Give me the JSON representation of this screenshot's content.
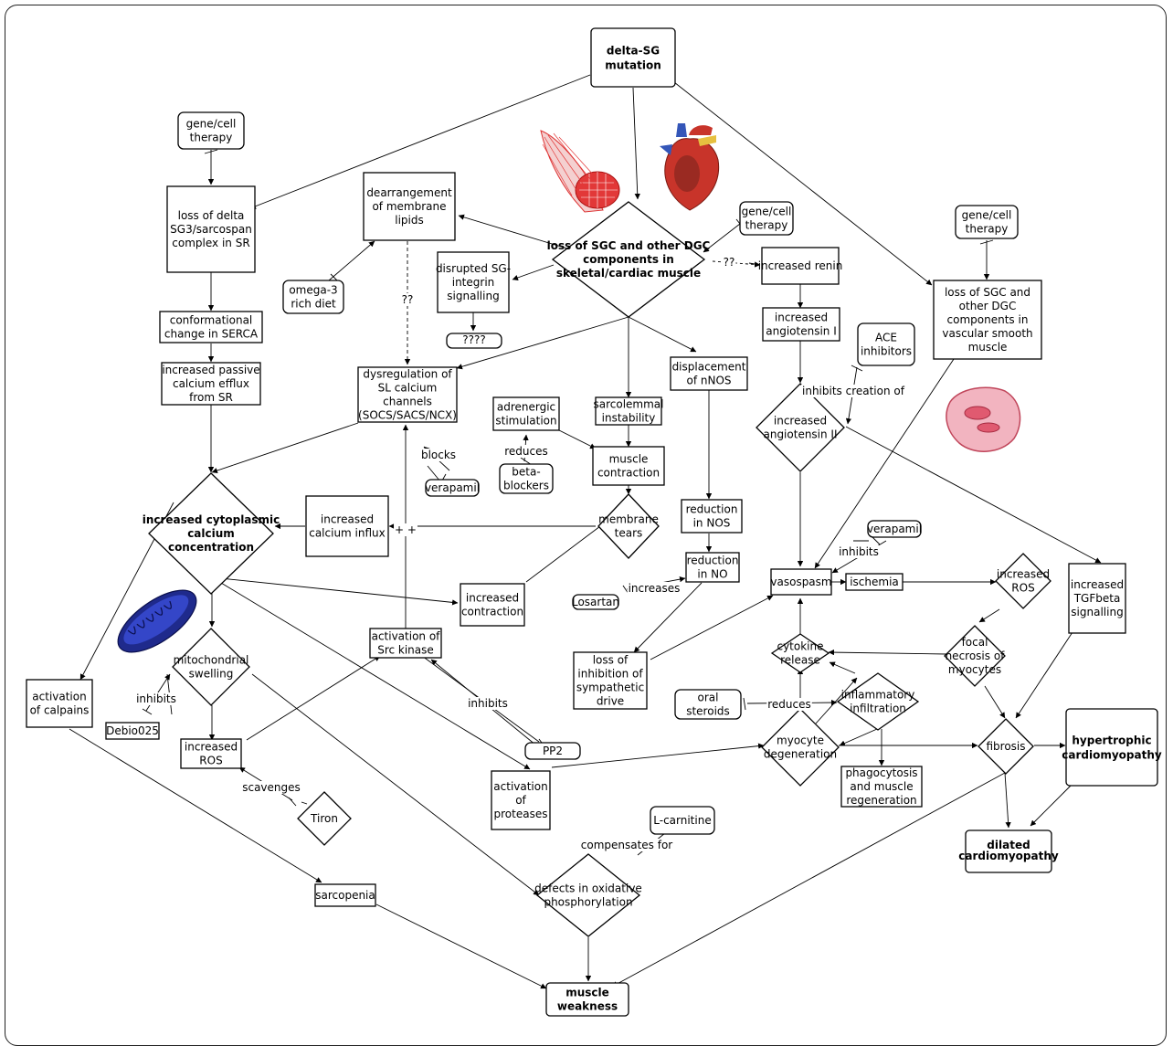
{
  "colors": {
    "red_text": "#e8141e",
    "green_text": "#2e9a2e",
    "teal_text": "#1a9a86",
    "dark_green_text": "#2d7a1f",
    "blue_text": "#1a1ad6",
    "light_blue_text": "#7a7ad0",
    "yellow_fill": "#ffff2a",
    "brown_fill": "#c83200"
  },
  "nodes": {
    "delta_sg": [
      "delta-SG",
      "mutation"
    ],
    "gene_therapy_1": [
      "gene/cell",
      "therapy"
    ],
    "gene_therapy_2": [
      "gene/cell",
      "therapy"
    ],
    "gene_therapy_3": [
      "gene/cell",
      "therapy"
    ],
    "loss_delta_sg3": [
      "loss of delta",
      "SG3/sarcospan",
      "complex in SR"
    ],
    "dearrangement": [
      "dearrangement",
      "of membrane",
      "lipids"
    ],
    "loss_sgc_muscle": [
      "loss of SGC and other DGC",
      "components in",
      "skeletal/cardiac muscle"
    ],
    "loss_sgc_vascular": [
      "loss of SGC and",
      "other DGC",
      "components in",
      "vascular smooth",
      "muscle"
    ],
    "omega3": [
      "omega-3",
      "rich diet"
    ],
    "disrupted_sg": [
      "disrupted SG-",
      "integrin",
      "signalling"
    ],
    "question_box": [
      "????"
    ],
    "increased_renin": [
      "increased renin"
    ],
    "conformational": [
      "conformational",
      "change in SERCA"
    ],
    "increased_angiotensin_1": [
      "increased",
      "angiotensin I"
    ],
    "ace_inhibitors": [
      "ACE",
      "inhibitors"
    ],
    "increased_passive": [
      "increased passive",
      "calcium efflux",
      "from SR"
    ],
    "dysregulation": [
      "dysregulation of",
      "SL calcium",
      "channels",
      "(SOCS/SACS/NCX)"
    ],
    "displacement_nnos": [
      "displacement",
      "of nNOS"
    ],
    "adrenergic": [
      "adrenergic",
      "stimulation"
    ],
    "sarcolemmal": [
      "sarcolemmal",
      "instability"
    ],
    "increased_angiotensin_2": [
      "increased",
      "angiotensin II"
    ],
    "beta_blockers": [
      "beta-",
      "blockers"
    ],
    "verapamil_1": [
      "verapamil"
    ],
    "verapamil_2": [
      "verapamil"
    ],
    "muscle_contraction": [
      "muscle",
      "contraction"
    ],
    "increased_cyto_calcium": [
      "increased cytoplasmic",
      "calcium",
      "concentration"
    ],
    "increased_calcium_influx": [
      "increased",
      "calcium influx"
    ],
    "membrane_tears": [
      "membrane",
      "tears"
    ],
    "reduction_nos": [
      "reduction",
      "in NOS"
    ],
    "reduction_no": [
      "reduction",
      "in NO"
    ],
    "vasospasm": [
      "vasospasm"
    ],
    "ischemia": [
      "ischemia"
    ],
    "increased_ros_right": [
      "increased",
      "ROS"
    ],
    "increased_tgfbeta": [
      "increased",
      "TGFbeta",
      "signalling"
    ],
    "increased_contraction": [
      "increased",
      "contraction"
    ],
    "losartan": [
      "Losartan"
    ],
    "activation_src": [
      "activation of",
      "Src kinase"
    ],
    "mitochondrial_swelling": [
      "mitochondrial",
      "swelling"
    ],
    "cytokine_release": [
      "cytokine",
      "release"
    ],
    "focal_necrosis": [
      "focal",
      "necrosis of",
      "myocytes"
    ],
    "loss_inhibition": [
      "loss of",
      "inhibition of",
      "sympathetic",
      "drive"
    ],
    "activation_calpains": [
      "activation",
      "of calpains"
    ],
    "oral_steroids": [
      "oral",
      "steroids"
    ],
    "inflammatory": [
      "inflammatory",
      "infiltration"
    ],
    "debio025": [
      "Debio025"
    ],
    "pp2": [
      "PP2"
    ],
    "myocyte_degeneration": [
      "myocyte",
      "degeneration"
    ],
    "fibrosis": [
      "fibrosis"
    ],
    "hypertrophic": [
      "hypertrophic",
      "cardiomyopathy"
    ],
    "increased_ros_left": [
      "increased",
      "ROS"
    ],
    "activation_proteases": [
      "activation",
      "of",
      "proteases"
    ],
    "phagocytosis": [
      "phagocytosis",
      "and muscle",
      "regeneration"
    ],
    "tiron": [
      "Tiron"
    ],
    "l_carnitine": [
      "L-carnitine"
    ],
    "dilated": [
      "dilated",
      "cardiomyopathy"
    ],
    "sarcopenia": [
      "sarcopenia"
    ],
    "defects_oxphos": [
      "defects in oxidative",
      "phosphorylation"
    ],
    "muscle_weakness": [
      "muscle",
      "weakness"
    ]
  },
  "edge_labels": {
    "q2": "??",
    "q2_dashed": "??",
    "plus_plus": "+ +",
    "blocks": "blocks",
    "reduces_beta": "reduces",
    "increases": "increases",
    "inhibits_verapamil": "inhibits",
    "inhibits_creation": "inhibits creation of",
    "inhibits_pp2": "inhibits",
    "inhibits_debio": "inhibits",
    "reduces_steroids": "reduces",
    "scavenges": "scavenges",
    "compensates": "compensates for"
  },
  "icons": [
    "muscle-fiber-icon",
    "heart-icon",
    "smooth-muscle-cell-icon",
    "mitochondrion-icon"
  ]
}
